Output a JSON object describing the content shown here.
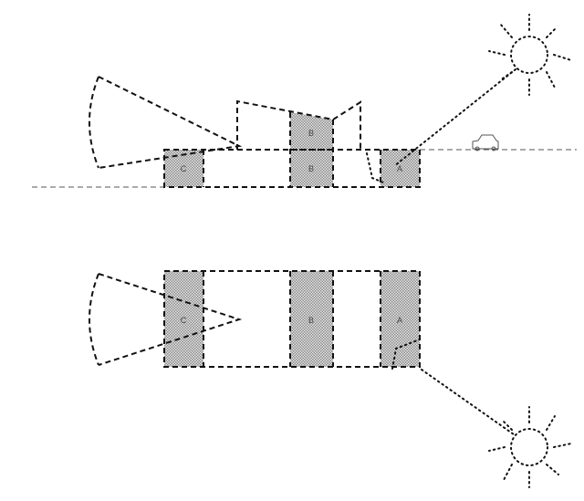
{
  "section": {
    "labels": {
      "c": "C",
      "b_upper": "B",
      "b_lower": "B",
      "a": "A"
    }
  },
  "plan": {
    "labels": {
      "c": "C",
      "b": "B",
      "a": "A"
    }
  },
  "icons": [
    "sun-icon",
    "car-icon",
    "camera-view-cone"
  ],
  "colors": {
    "stroke": "#111111",
    "hatch": "#9a9a9a"
  }
}
